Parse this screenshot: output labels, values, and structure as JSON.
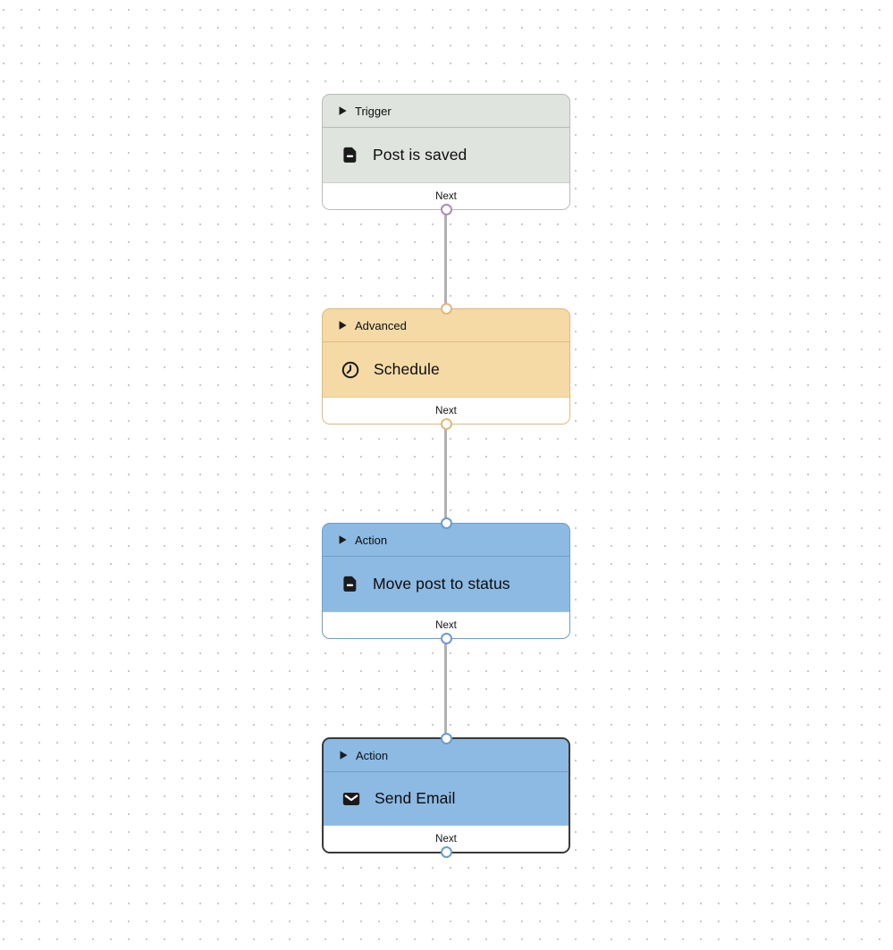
{
  "canvas": {
    "background_color": "#ffffff",
    "dot_color": "#c9c9c9",
    "edge_color": "#b1b1b1"
  },
  "nodes": [
    {
      "category": "Trigger",
      "title": "Post is saved",
      "icon": "document-icon",
      "footer_label": "Next",
      "fill_color": "#dfe4df",
      "border_color": "#b6bdb6",
      "handle_color": "#b289b6",
      "selected": false
    },
    {
      "category": "Advanced",
      "title": "Schedule",
      "icon": "clock-icon",
      "footer_label": "Next",
      "fill_color": "#f5daa6",
      "border_color": "#dcba7f",
      "handle_color": "#dcba7f",
      "selected": false
    },
    {
      "category": "Action",
      "title": "Move post to status",
      "icon": "document-icon",
      "footer_label": "Next",
      "fill_color": "#8dbae3",
      "border_color": "#6d9ccc",
      "handle_color": "#6d9ccc",
      "selected": false
    },
    {
      "category": "Action",
      "title": "Send Email",
      "icon": "mail-icon",
      "footer_label": "Next",
      "fill_color": "#8dbae3",
      "border_color": "#3a3a3a",
      "handle_color": "#6d9ccc",
      "selected": true
    }
  ],
  "edges": [
    {
      "from": "Post is saved",
      "to": "Schedule"
    },
    {
      "from": "Schedule",
      "to": "Move post to status"
    },
    {
      "from": "Move post to status",
      "to": "Send Email"
    }
  ]
}
